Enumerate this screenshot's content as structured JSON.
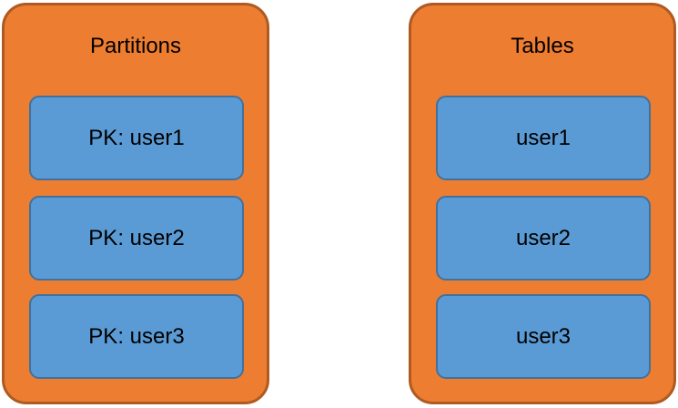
{
  "canvas": {
    "background": "#ffffff"
  },
  "colors": {
    "container_fill": "#ED7D31",
    "container_border": "#AE5A21",
    "item_fill": "#5B9BD5",
    "item_border": "#41719C",
    "text": "#000000"
  },
  "diagram": {
    "groups": [
      {
        "title": "Partitions",
        "items": [
          "PK: user1",
          "PK: user2",
          "PK: user3"
        ]
      },
      {
        "title": "Tables",
        "items": [
          "user1",
          "user2",
          "user3"
        ]
      }
    ]
  }
}
